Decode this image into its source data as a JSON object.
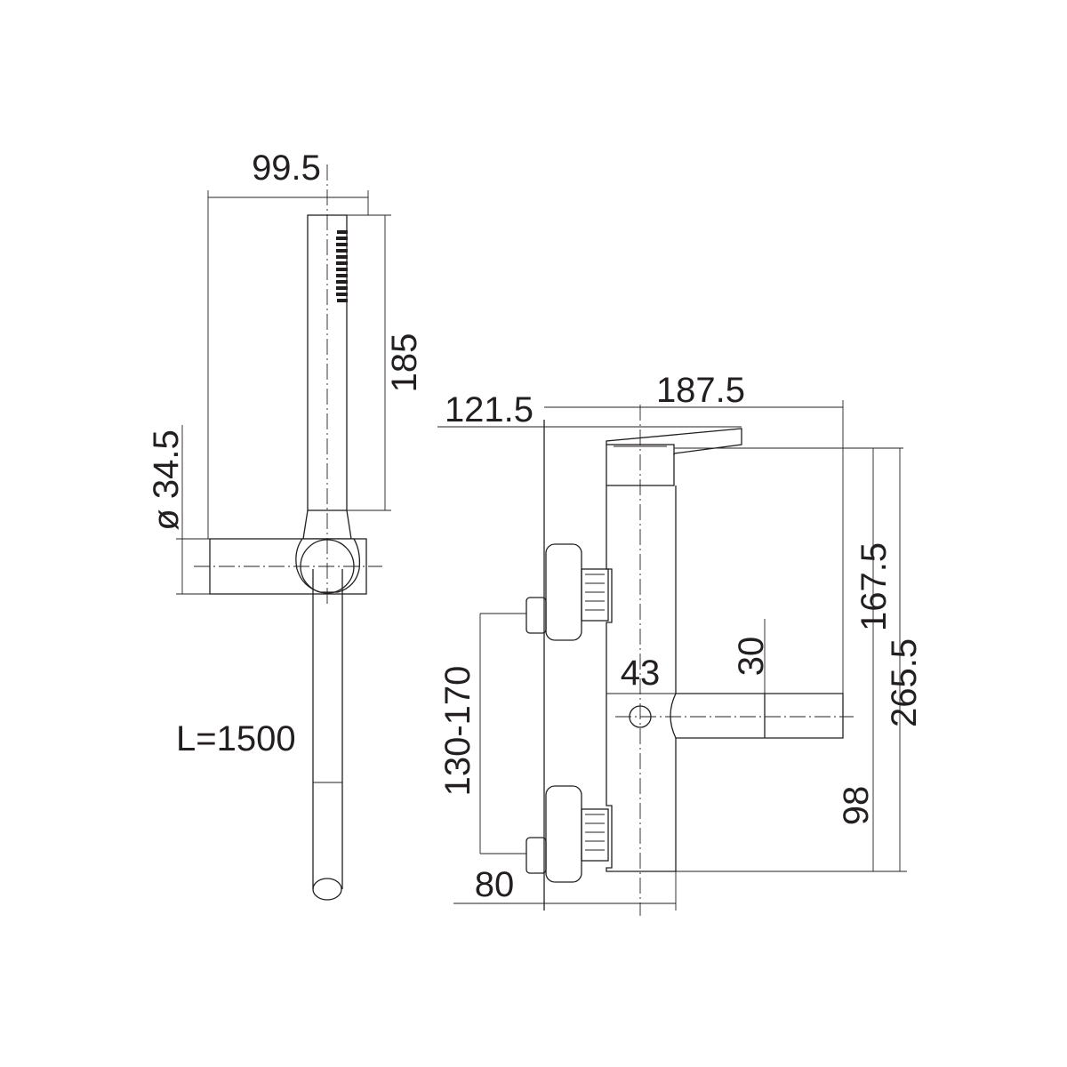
{
  "dimensions": {
    "hand_shower_width": "99.5",
    "hand_shower_length": "185",
    "holder_diameter": "ø 34.5",
    "hose_length": "L=1500",
    "overall_depth": "187.5",
    "wall_to_center": "121.5",
    "height_to_top": "167.5",
    "overall_height": "265.5",
    "outlet_diameter": "43",
    "outlet_height": "30",
    "inlet_center_distance": "130-170",
    "outlet_to_bottom": "98",
    "wall_offset": "80"
  }
}
